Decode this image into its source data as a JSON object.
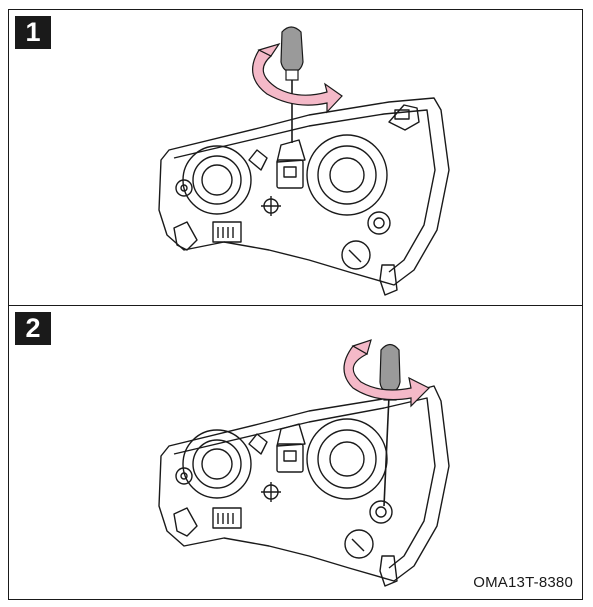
{
  "steps": [
    {
      "number": "1"
    },
    {
      "number": "2"
    }
  ],
  "figure_code": "OMA13T-8380",
  "colors": {
    "line": "#1a1a1a",
    "arrow": "#f4b9c8",
    "handle": "#9a9a9a"
  },
  "icons": [
    "screwdriver-icon",
    "rotation-arrow-icon",
    "headlamp-assembly"
  ]
}
